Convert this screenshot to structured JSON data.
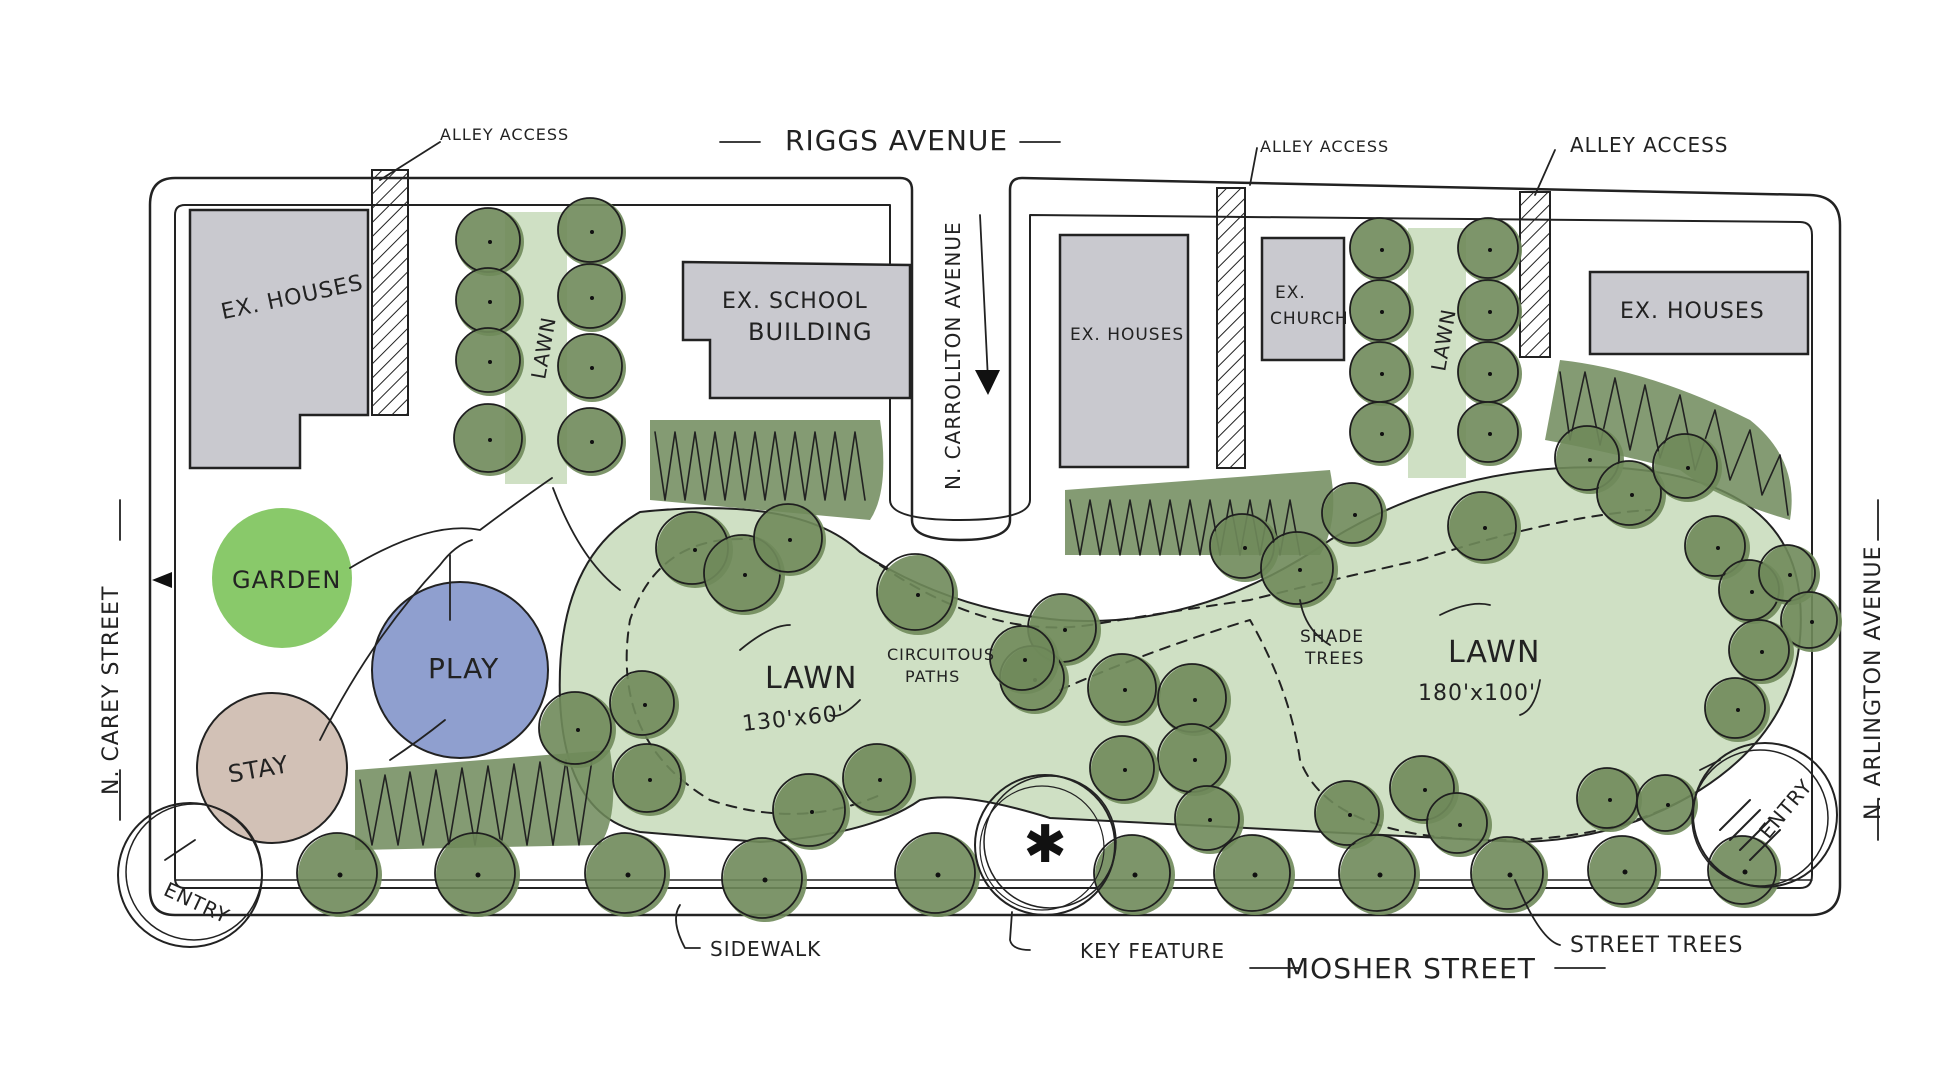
{
  "labels": {
    "riggs": "RIGGS AVENUE",
    "mosher": "MOSHER STREET",
    "carey": "N. CAREY STREET",
    "arlington": "N. ARLINGTON AVENUE",
    "carrollton": "N. CARROLLTON AVENUE",
    "alley_1": "ALLEY ACCESS",
    "alley_2": "ALLEY ACCESS",
    "alley_3": "ALLEY ACCESS",
    "ex_houses_1": "EX. HOUSES",
    "ex_school_1": "EX. SCHOOL",
    "ex_school_2": "BUILDING",
    "ex_houses_2": "EX. HOUSES",
    "ex_church_1": "EX.",
    "ex_church_2": "CHURCH",
    "ex_houses_3": "EX. HOUSES",
    "lawn_strip_1": "LAWN",
    "lawn_strip_2": "LAWN",
    "garden": "GARDEN",
    "play": "PLAY",
    "stay": "STAY",
    "lawn_west": "LAWN",
    "lawn_west_dim": "130'x60'",
    "lawn_east": "LAWN",
    "lawn_east_dim": "180'x100'",
    "circuitous_1": "CIRCUITOUS",
    "circuitous_2": "PATHS",
    "shade_1": "SHADE",
    "shade_2": "TREES",
    "entry_west": "ENTRY",
    "entry_east": "ENTRY",
    "sidewalk": "SIDEWALK",
    "key_feature": "KEY FEATURE",
    "street_trees": "STREET TREES"
  },
  "colors": {
    "building": "#c9c9cf",
    "lawn": "#cfe0c4",
    "tree": "#6f8a5a",
    "garden": "#7cc35a",
    "play": "#8f9fcf",
    "stay": "#d2c1b6",
    "ink": "#222222"
  }
}
